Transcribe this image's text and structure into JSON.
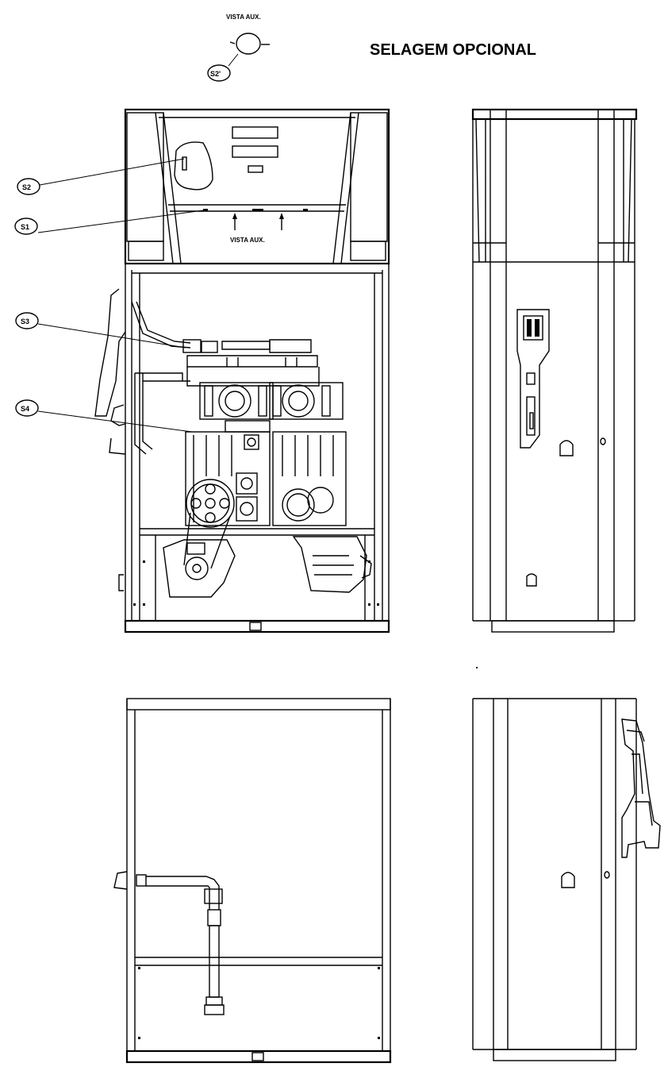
{
  "title": "SELAGEM OPCIONAL",
  "aux_view_label_top": "VISTA AUX.",
  "aux_view_label_front": "VISTA AUX.",
  "seals": [
    {
      "id": "s2prime",
      "label": "S2'"
    },
    {
      "id": "s2",
      "label": "S2"
    },
    {
      "id": "s1",
      "label": "S1"
    },
    {
      "id": "s3",
      "label": "S3"
    },
    {
      "id": "s4",
      "label": "S4"
    }
  ],
  "icons": [
    "seal-callout-icon",
    "fuel-dispenser-front-view",
    "fuel-dispenser-side-view",
    "fuel-dispenser-rear-view",
    "fuel-dispenser-side-view-2"
  ]
}
